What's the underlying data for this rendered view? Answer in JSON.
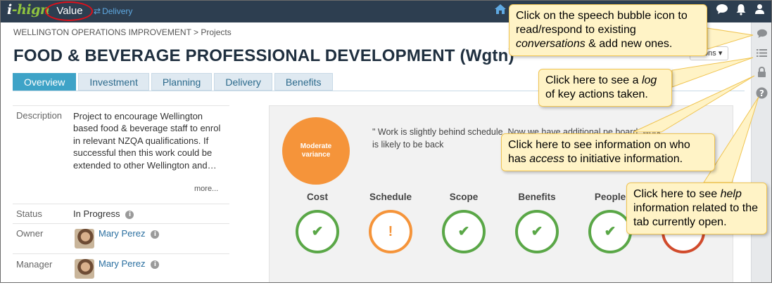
{
  "nav": {
    "logo_i": "i",
    "logo_rest": "-hign",
    "mode": "Value",
    "switch_label": "Delivery",
    "icons": [
      "home-icon",
      "speech-bubble-icon",
      "bell-icon",
      "user-icon"
    ]
  },
  "breadcrumb": "WELLINGTON OPERATIONS IMPROVEMENT > Projects",
  "title": "FOOD & BEVERAGE PROFESSIONAL DEVELOPMENT (Wgtn)",
  "actions_label": "ctions",
  "tabs": [
    "Overview",
    "Investment",
    "Planning",
    "Delivery",
    "Benefits"
  ],
  "active_tab": "Overview",
  "details": {
    "description_label": "Description",
    "description": "Project to encourage Wellington based food & beverage staff to enrol in relevant NZQA qualifications. If successful then this work could be extended to other Wellington and…",
    "more": "more...",
    "status_label": "Status",
    "status": "In Progress",
    "owner_label": "Owner",
    "owner": "Mary Perez",
    "manager_label": "Manager",
    "manager": "Mary Perez"
  },
  "status_panel": {
    "variance": "Moderate variance",
    "commentary": "\" Work is slightly behind schedule. Now we have additional pe board, work is likely to be back",
    "metrics": [
      {
        "label": "Cost",
        "state": "green",
        "symbol": "✔"
      },
      {
        "label": "Schedule",
        "state": "amber",
        "symbol": "!"
      },
      {
        "label": "Scope",
        "state": "green",
        "symbol": "✔"
      },
      {
        "label": "Benefits",
        "state": "green",
        "symbol": "✔"
      },
      {
        "label": "People",
        "state": "green",
        "symbol": "✔"
      }
    ]
  },
  "side_icons": [
    "speech-bubble-icon",
    "list-icon",
    "lock-icon",
    "help-icon"
  ],
  "callouts": {
    "conversations": {
      "pre": "Click on the speech bubble icon to read/respond to existing ",
      "em": "conversations",
      "post": " & add new ones."
    },
    "log": {
      "pre": "Click here to see a ",
      "em": "log",
      "post": " of key actions taken."
    },
    "access": {
      "pre": "Click here to see information on who has ",
      "em": "access",
      "post": " to initiative information."
    },
    "help": {
      "pre": "Click here to see ",
      "em": "help",
      "post": " information related to the tab  currently open."
    }
  },
  "colors": {
    "nav_bg": "#2d3e50",
    "accent_blue": "#3ea3c7",
    "green": "#5aa747",
    "amber": "#f5943a",
    "red": "#d14b2c",
    "callout_bg": "#fff3c6"
  }
}
